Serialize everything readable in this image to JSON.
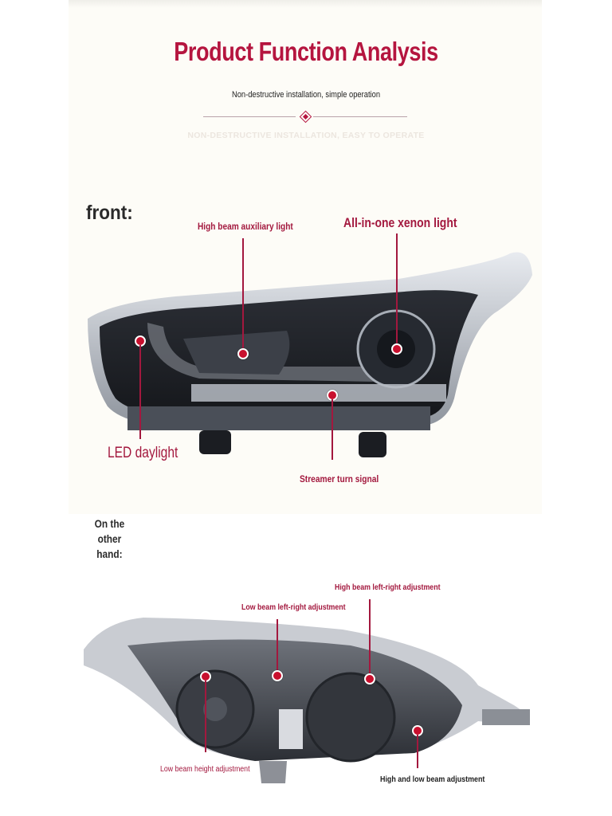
{
  "header": {
    "title": "Product Function Analysis",
    "subtitle": "Non-destructive installation, simple operation",
    "ghost_subtitle": "NON-DESTRUCTIVE INSTALLATION, EASY TO OPERATE",
    "divider_icon": "diamond-icon"
  },
  "colors": {
    "accent": "#b5153f",
    "callout": "#a3183e",
    "dot": "#c8102e",
    "panel": "#fdfcf7"
  },
  "front": {
    "label": "front:",
    "callouts": [
      {
        "label": "High beam auxiliary light"
      },
      {
        "label": "All-in-one xenon light"
      },
      {
        "label": "LED daylight"
      },
      {
        "label": "Streamer turn signal"
      }
    ]
  },
  "back": {
    "label_line1": "On the other",
    "label_line2": "hand:",
    "callouts": [
      {
        "label": "High beam left-right adjustment"
      },
      {
        "label": "Low beam left-right adjustment"
      },
      {
        "label": "Low beam height adjustment"
      },
      {
        "label": "High and low beam adjustment"
      }
    ]
  }
}
